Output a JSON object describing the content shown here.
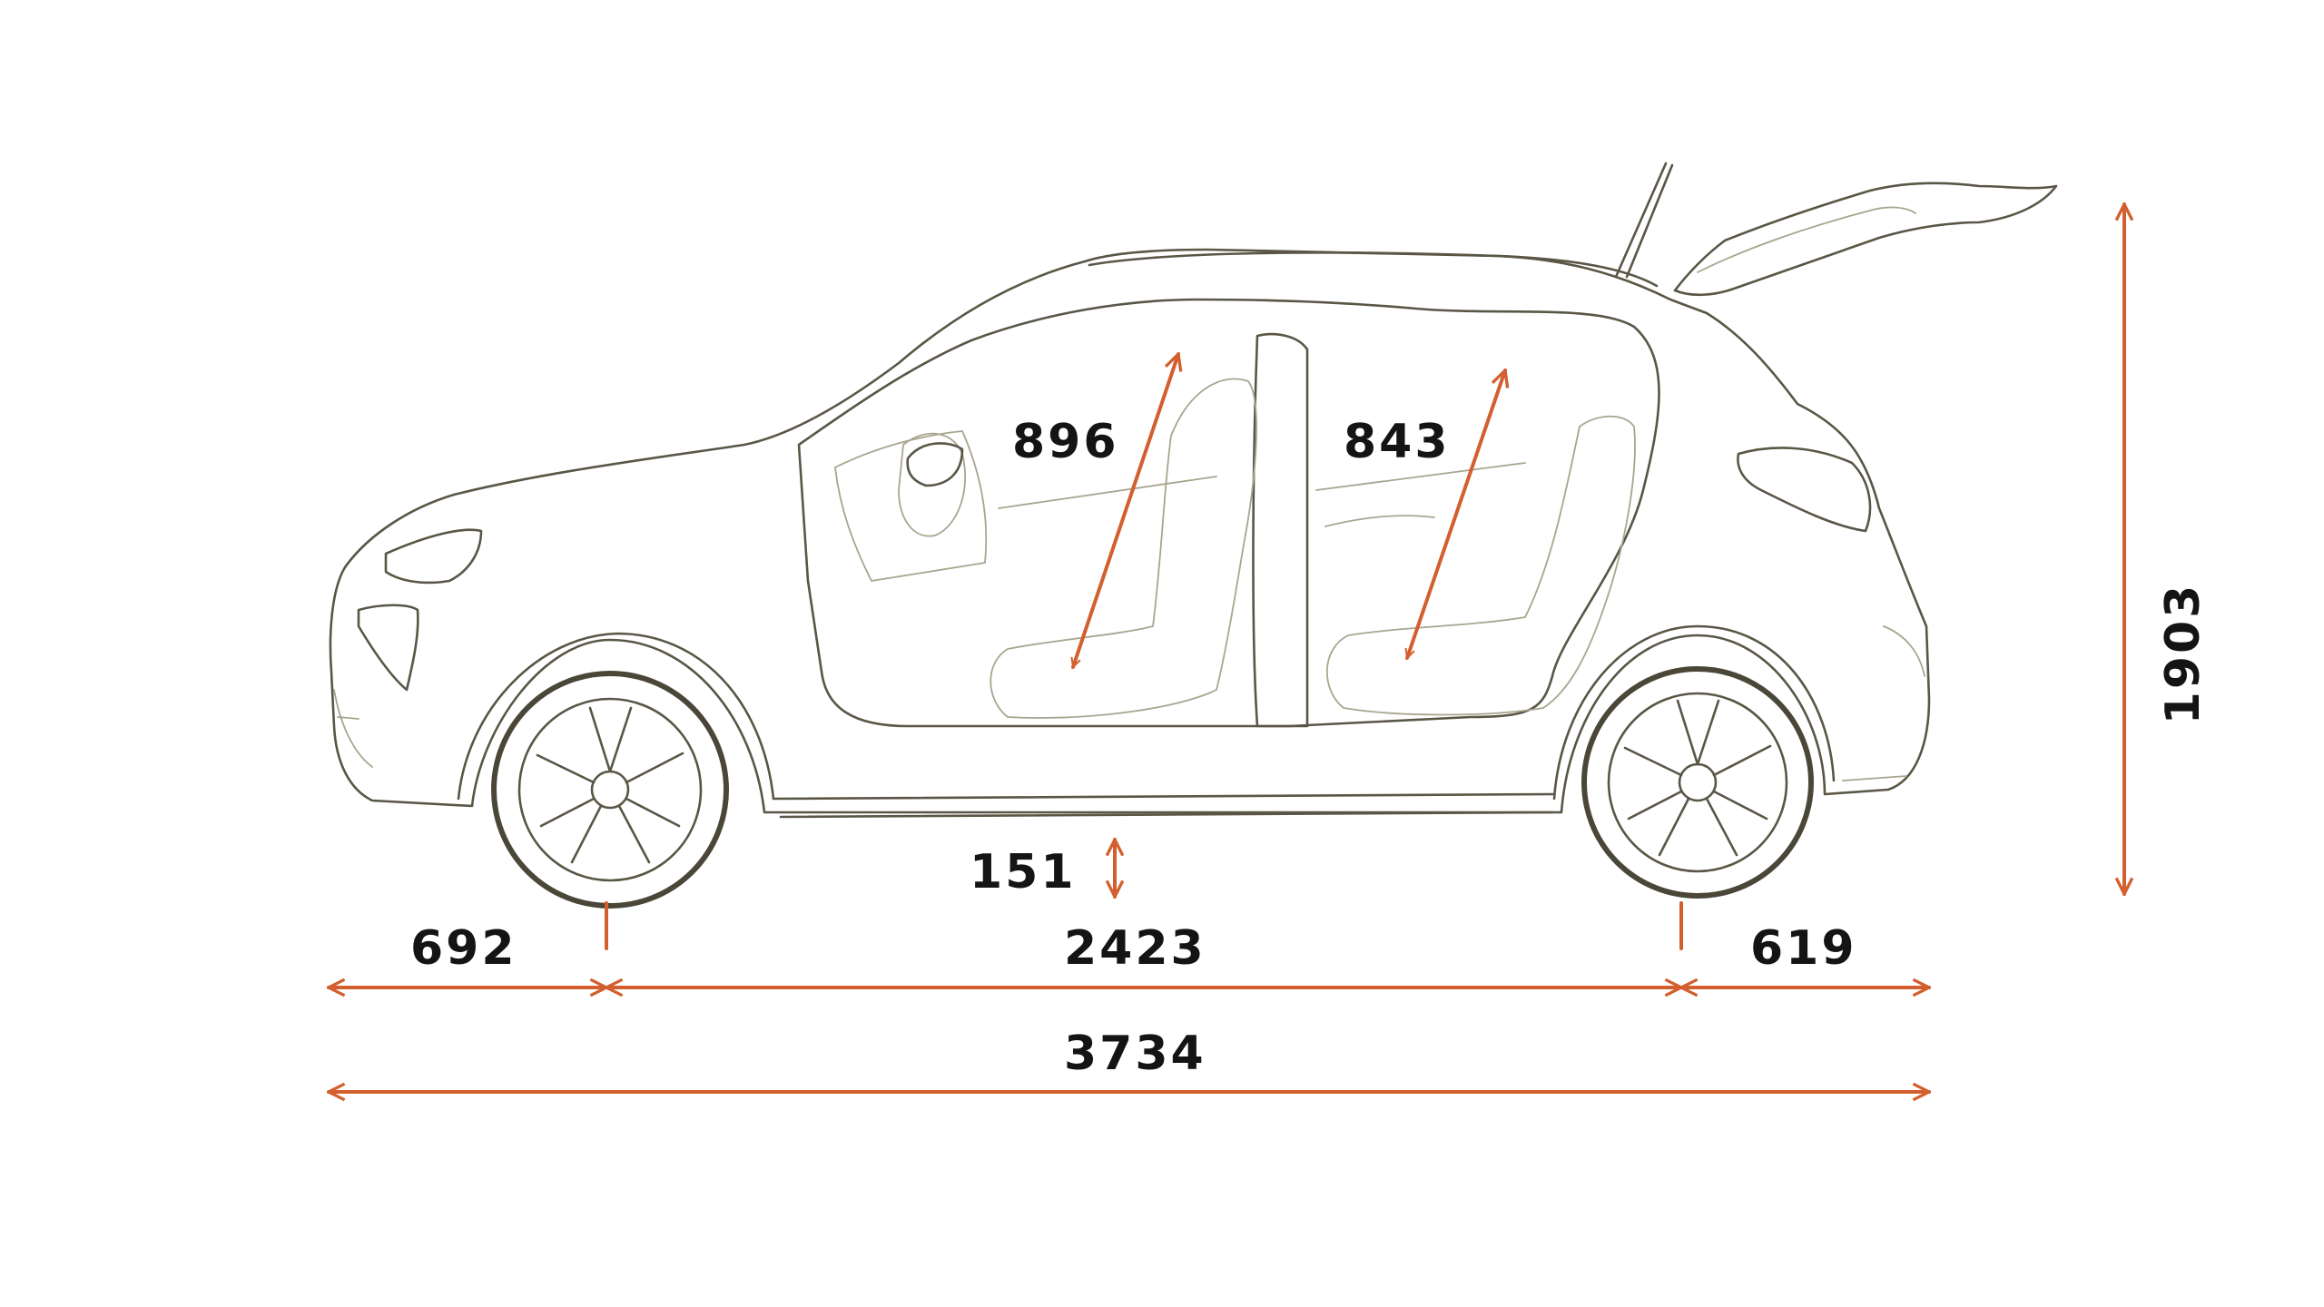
{
  "diagram": {
    "colors": {
      "dimension_line": "#d35f2e",
      "car_outline": "#5a5646",
      "car_detail": "#a8a58f",
      "label_text": "#141414",
      "background": "#ffffff"
    },
    "dimensions": {
      "front_overhang": "692",
      "wheelbase": "2423",
      "rear_overhang": "619",
      "overall_length": "3734",
      "overall_height_tailgate_open": "1903",
      "ground_clearance": "151",
      "front_headroom": "896",
      "rear_headroom": "843"
    }
  }
}
